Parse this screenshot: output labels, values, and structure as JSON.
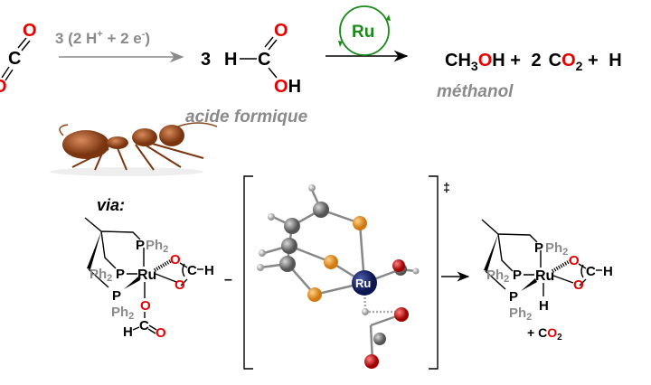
{
  "colors": {
    "oxygen": "#e60000",
    "phenyl": "#8a8a8a",
    "catalyst": "#1a8a1a",
    "ruthenium_atom": "#14206e",
    "phosphorus_atom": "#e08a1e",
    "carbon_atom": "#7a7a7a"
  },
  "reaction": {
    "co2": {
      "o_top": "O",
      "c": "C",
      "o_bottom": "O"
    },
    "step1_reagent": {
      "prefix": "3 (2 H",
      "plus_sup": "+",
      "mid": " + 2 e",
      "minus_sup": "-",
      "suffix": ")"
    },
    "formic_acid": {
      "coef": "3",
      "h": "H",
      "c": "C",
      "o": "O",
      "oh_o": "O",
      "oh_h": "H",
      "name": "acide formique"
    },
    "catalyst": "Ru",
    "products": {
      "ch": "CH",
      "sub3": "3",
      "o": "O",
      "h": "H",
      "plus1": " + ",
      "coef2": "2",
      "c": "C",
      "o2": "O",
      "sub2": "2",
      "plus2": " + ",
      "h2": "H",
      "name": "méthanol"
    }
  },
  "mechanism": {
    "via": "via:",
    "left_complex": {
      "p_top": "P",
      "ph2_top": "Ph",
      "sub_top": "2",
      "ph2_left": "Ph",
      "sub_left": "2",
      "p_left": "P",
      "ru": "Ru",
      "p_low": "P",
      "ph2_low": "Ph",
      "sub_low": "2",
      "o1": "O",
      "c1": "C",
      "h1": "H",
      "o2": "O",
      "o3": "O",
      "c2": "C",
      "h2": "H",
      "o4": "O"
    },
    "equilibrium_dash": "–",
    "transition_state": {
      "ru": "Ru",
      "dagger": "‡"
    },
    "right_complex": {
      "p_top": "P",
      "ph2_top": "Ph",
      "sub_top": "2",
      "ph2_left": "Ph",
      "sub_left": "2",
      "p_left": "P",
      "ru": "Ru",
      "p_low": "P",
      "ph2_low": "Ph",
      "sub_low": "2",
      "o1": "O",
      "c1": "C",
      "h1": "H",
      "o2": "O",
      "hydride": "H"
    },
    "byproduct": {
      "plus": "+ C",
      "o": "O",
      "sub": "2"
    }
  }
}
